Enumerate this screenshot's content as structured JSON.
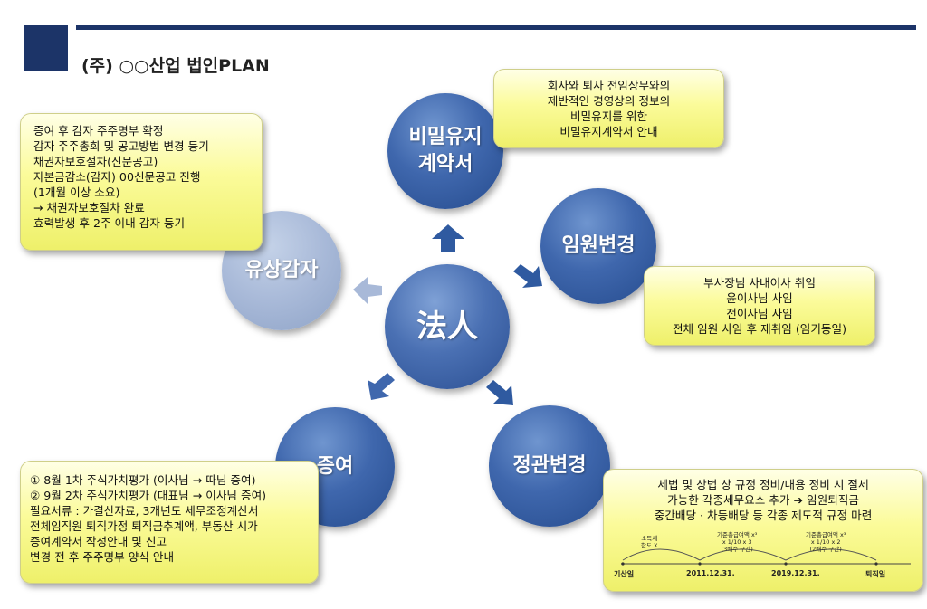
{
  "header": {
    "title": "(주) ○○산업 법인PLAN"
  },
  "nodes": {
    "center": "法人",
    "top": [
      "비밀유지",
      "계약서"
    ],
    "right": "임원변경",
    "bottom_right": "정관변경",
    "bottom_left": "증여",
    "left": "유상감자"
  },
  "notes": {
    "top": [
      "회사와 퇴사 전임상무와의",
      "제반적인 경영상의 정보의",
      "비밀유지를 위한",
      "비밀유지계약서 안내"
    ],
    "right": [
      "부사장님 사내이사 취임",
      "윤이사님 사임",
      "전이사님 사임",
      "전체 임원 사임 후 재취임 (임기동일)"
    ],
    "left": [
      "증여 후 감자 주주명부 확정",
      "감자 주주총회 및 공고방법 변경 등기",
      "채권자보호절차(신문공고)",
      "자본금감소(감자) 00신문공고 진행",
      "(1개월 이상 소요)",
      "→ 채권자보호절차 완료",
      "효력발생 후 2주 이내 감자 등기"
    ],
    "bottom_left": [
      "① 8월 1차 주식가치평가 (이사님 → 따님 증여)",
      "② 9월 2차 주식가치평가 (대표님 → 이사님 증여)",
      "필요서류 : 가결산자료, 3개년도 세무조정계산서",
      "전체임직원 퇴직가정 퇴직금추계액, 부동산 시가",
      "증여계약서 작성안내 및 신고",
      "변경 전 후 주주명부 양식 안내"
    ],
    "bottom_right": [
      "세법 및 상법 상 규정 정비/내용 정비 시 절세",
      "가능한 각종세무요소 추가 ➔ 임원퇴직금",
      "중간배당 · 차등배당 등 각종 제도적 규정 마련"
    ]
  },
  "timeline": {
    "points": [
      "기산일",
      "2011.12.31.",
      "2019.12.31.",
      "퇴직일"
    ],
    "segment1": [
      "소득세",
      "한도 X"
    ],
    "segment2": [
      "기준총급여액 x³",
      "x 1/10 x 3",
      "(3배수 구간)"
    ],
    "segment3": [
      "기준총급여액 x³",
      "x 1/10 x 2",
      "(2배수 구간)"
    ]
  },
  "colors": {
    "navy": "#1c3468",
    "circle_blue": "#3f67ad",
    "circle_light": "#a8b9d8",
    "note_yellow": "#fbfb9a"
  }
}
